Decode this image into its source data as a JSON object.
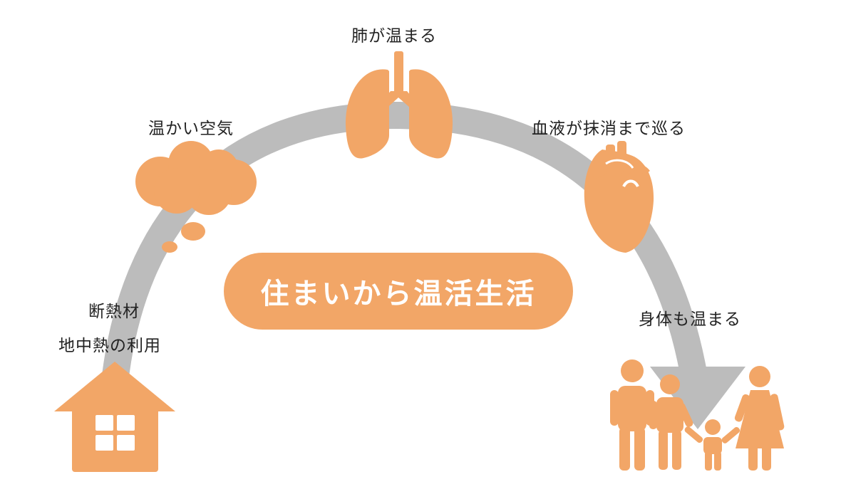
{
  "colors": {
    "accent": "#f2a667",
    "arrow": "#bcbcbc",
    "text": "#222222",
    "center_text": "#ffffff"
  },
  "center": {
    "title": "住まいから温活生活"
  },
  "steps": [
    {
      "icon": "house-icon",
      "lines": [
        "断熱材",
        "地中熱の利用"
      ]
    },
    {
      "icon": "cloud-icon",
      "lines": [
        "温かい空気"
      ]
    },
    {
      "icon": "lungs-icon",
      "lines": [
        "肺が温まる"
      ]
    },
    {
      "icon": "heart-icon",
      "lines": [
        "血液が抹消まで巡る"
      ]
    },
    {
      "icon": "family-icon",
      "lines": [
        "身体も温まる"
      ]
    }
  ]
}
